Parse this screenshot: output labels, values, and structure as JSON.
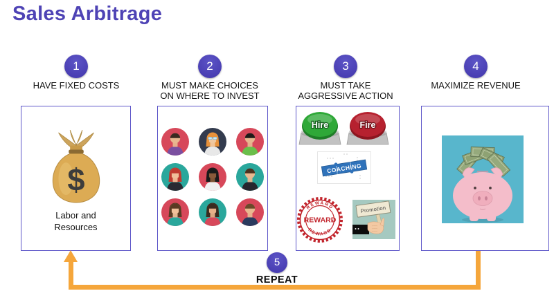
{
  "title": "Sales Arbitrage",
  "steps": [
    {
      "number": "1",
      "lines": [
        "HAVE FIXED COSTS"
      ]
    },
    {
      "number": "2",
      "lines": [
        "MUST MAKE CHOICES",
        "ON WHERE TO INVEST"
      ]
    },
    {
      "number": "3",
      "lines": [
        "MUST TAKE",
        "AGGRESSIVE ACTION"
      ]
    },
    {
      "number": "4",
      "lines": [
        "MAXIMIZE REVENUE"
      ]
    },
    {
      "number": "5",
      "lines": [
        "REPEAT"
      ]
    }
  ],
  "box1": {
    "currency_symbol": "$",
    "caption_line1": "Labor and",
    "caption_line2": "Resources"
  },
  "box3": {
    "hire": "Hire",
    "fire": "Fire",
    "coaching": "COACHING",
    "reward": "REWARD",
    "promotion": "Promotion"
  },
  "colors": {
    "title_purple": "#4e43b5",
    "badge_purple": "#4236ac",
    "box_border": "#5b54c8",
    "arrow_orange": "#f5a63b",
    "hire_green": "#2fa838",
    "fire_red": "#b6212f",
    "reward_red": "#c2252d",
    "coaching_blue": "#2f72ba",
    "avatar_red": "#d7485a",
    "avatar_navy": "#333b4e",
    "avatar_teal": "#2aa79c"
  },
  "avatars": [
    {
      "bg": "#d7485a",
      "skin": "#e8b890",
      "hair": "#3a2a20",
      "top": "#7b4fa0",
      "style": "m"
    },
    {
      "bg": "#333b4e",
      "skin": "#f0c8a0",
      "hair": "#e8913a",
      "top": "#e8e8e8",
      "style": "f",
      "glasses": true
    },
    {
      "bg": "#d7485a",
      "skin": "#e8b890",
      "hair": "#1e1a18",
      "top": "#6abf4b",
      "style": "m"
    },
    {
      "bg": "#2aa79c",
      "skin": "#f0c09a",
      "hair": "#c03b30",
      "top": "#2a2a32",
      "style": "f"
    },
    {
      "bg": "#d7485a",
      "skin": "#8a5a3a",
      "hair": "#1a1a1a",
      "top": "#f0f0f0",
      "style": "f"
    },
    {
      "bg": "#2aa79c",
      "skin": "#e8b890",
      "hair": "#4a3220",
      "top": "#26262e",
      "style": "m"
    },
    {
      "bg": "#d7485a",
      "skin": "#f0c09a",
      "hair": "#5a3a22",
      "top": "#2aa79c",
      "style": "f"
    },
    {
      "bg": "#2aa79c",
      "skin": "#e8b088",
      "hair": "#3a2a1e",
      "top": "#d7485a",
      "style": "f"
    },
    {
      "bg": "#d7485a",
      "skin": "#e8b890",
      "hair": "#6a4a2a",
      "top": "#2a3a5e",
      "style": "m"
    }
  ]
}
